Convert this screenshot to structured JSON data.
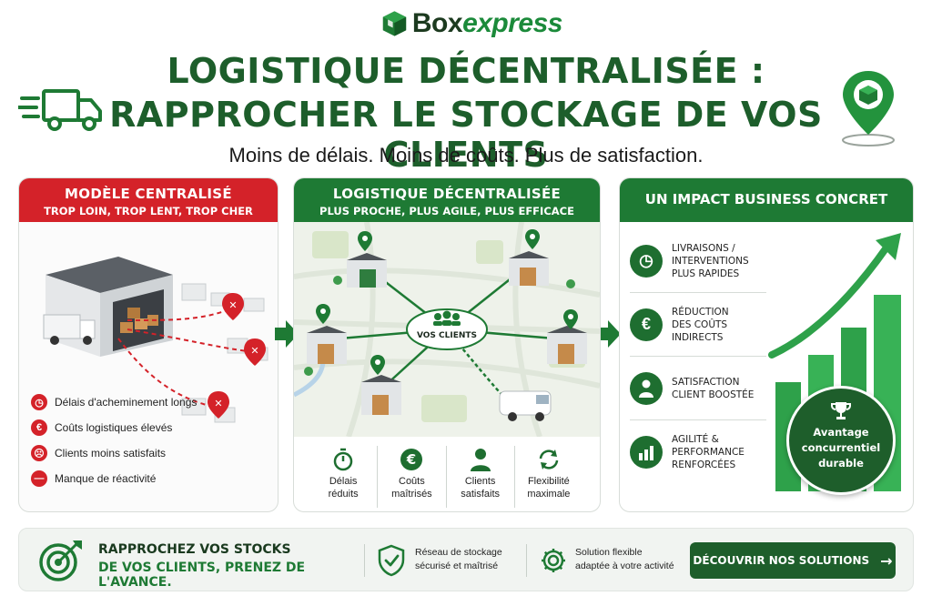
{
  "brand": {
    "name_a": "Box",
    "name_b": "express"
  },
  "header": {
    "title_line1": "Logistique décentralisée :",
    "title_line2": "Rapprocher le stockage de vos clients",
    "subtitle": "Moins de délais. Moins de coûts. Plus de satisfaction."
  },
  "centralized": {
    "title": "Modèle centralisé",
    "subtitle": "Trop loin, trop lent, trop cher",
    "issues": [
      {
        "label": "Délais d'acheminement longs",
        "icon": "clock-icon"
      },
      {
        "label": "Coûts logistiques élevés",
        "icon": "euro-icon"
      },
      {
        "label": "Clients moins satisfaits",
        "icon": "sad-face-icon"
      },
      {
        "label": "Manque de réactivité",
        "icon": "minus-icon"
      }
    ]
  },
  "decentralized": {
    "title": "Logistique décentralisée",
    "subtitle": "Plus proche, plus agile, plus efficace",
    "hub_label": "Vos clients",
    "features": [
      {
        "line1": "Délais",
        "line2": "réduits",
        "icon": "stopwatch-icon"
      },
      {
        "line1": "Coûts",
        "line2": "maîtrisés",
        "icon": "euro-icon"
      },
      {
        "line1": "Clients",
        "line2": "satisfaits",
        "icon": "user-icon"
      },
      {
        "line1": "Flexibilité",
        "line2": "maximale",
        "icon": "refresh-icon"
      }
    ]
  },
  "impact": {
    "title": "Un impact business concret",
    "items": [
      {
        "lines": [
          "Livraisons /",
          "interventions",
          "plus rapides"
        ],
        "icon": "clock-icon"
      },
      {
        "lines": [
          "Réduction",
          "des coûts",
          "indirects"
        ],
        "icon": "euro-icon"
      },
      {
        "lines": [
          "Satisfaction",
          "client boostée"
        ],
        "icon": "user-icon"
      },
      {
        "lines": [
          "Agilité &",
          "performance",
          "renforcées"
        ],
        "icon": "chart-icon"
      }
    ],
    "badge": [
      "Avantage",
      "concurrentiel",
      "durable"
    ]
  },
  "footer": {
    "cta_line1": "Rapprochez vos stocks",
    "cta_line2": "de vos clients, prenez de l'avance.",
    "shield": [
      "Réseau de stockage",
      "sécurisé et maîtrisé"
    ],
    "gear": [
      "Solution flexible",
      "adaptée à votre activité"
    ],
    "button": "Découvrir nos solutions"
  },
  "colors": {
    "green": "#1e7a34",
    "dark_green": "#1e5e2b",
    "red": "#d42229"
  }
}
